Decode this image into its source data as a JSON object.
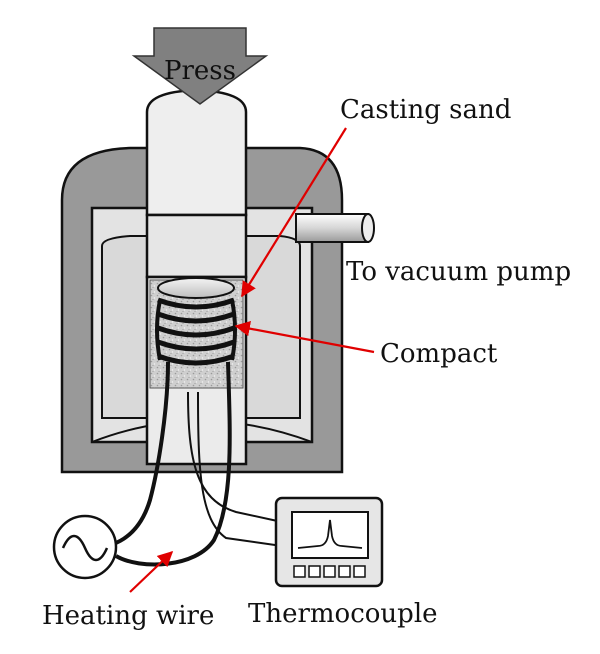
{
  "labels": {
    "press": "Press",
    "casting_sand": "Casting sand",
    "vacuum_pump": "To vacuum pump",
    "compact": "Compact",
    "heating_wire": "Heating wire",
    "thermocouple": "Thermocouple"
  },
  "colors": {
    "outer_shell": "#999999",
    "inner_chamber": "#d9d9d9",
    "plunger": "#e6e6e6",
    "press_arrow": "#808080",
    "sand": "#cfcfcf",
    "pointer_arrow": "#e00000",
    "line": "#111111"
  }
}
